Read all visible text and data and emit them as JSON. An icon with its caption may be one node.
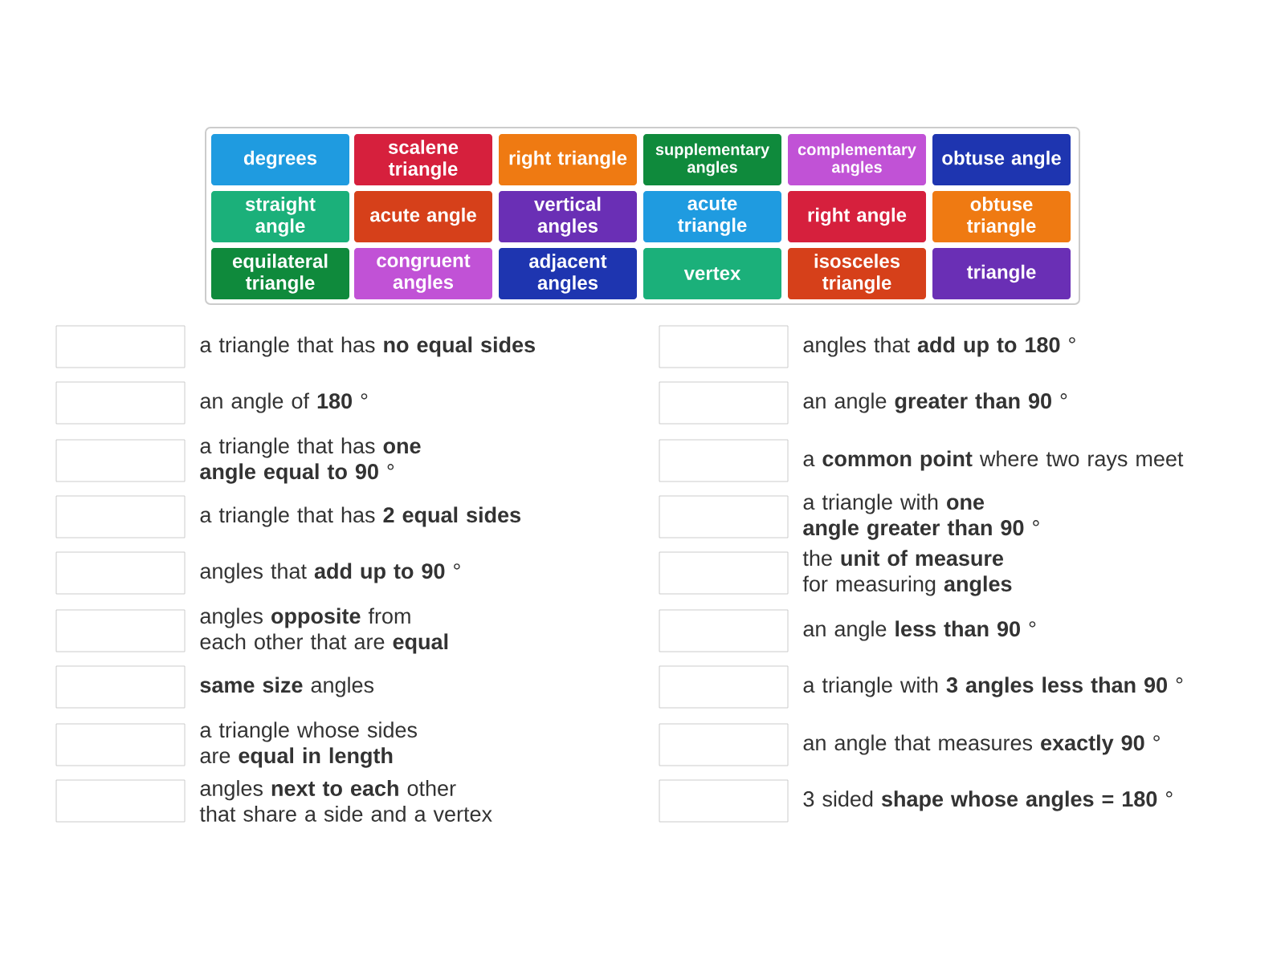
{
  "diagram": {
    "nodes": [
      {
        "text": [],
        "shape": "box"
      },
      {
        "text": [
          "degrees"
        ],
        "in": 0
      },
      {
        "text": [
          "scalene triangle"
        ],
        "in": 0
      },
      {
        "text": [
          "right triangle"
        ],
        "in": 0
      },
      {
        "text": [
          "supplementary angles"
        ],
        "in": 0
      },
      {
        "text": [
          "complementary angles"
        ],
        "in": 0
      },
      {
        "text": [
          "obtuse angle"
        ],
        "in": 0
      },
      {
        "text": [
          "straight angle"
        ],
        "in": 0
      },
      {
        "text": [
          "acute angle"
        ],
        "in": 0
      },
      {
        "text": [
          "vertical angles"
        ],
        "in": 0
      },
      {
        "text": [
          "acute triangle"
        ],
        "in": 0
      },
      {
        "text": [
          "right angle"
        ],
        "in": 0
      },
      {
        "text": [
          "obtuse triangle"
        ],
        "in": 0
      },
      {
        "text": [
          "equilateral triangle"
        ],
        "in": 0
      },
      {
        "text": [
          "congruent angles"
        ],
        "in": 0
      },
      {
        "text": [
          "adjacent angles"
        ],
        "in": 0
      },
      {
        "text": [
          "vertex"
        ],
        "in": 0
      },
      {
        "text": [
          "isosceles triangle"
        ],
        "in": 0
      },
      {
        "text": [
          "triangle"
        ],
        "in": 0
      },
      {
        "text": [],
        "shape": "box",
        "beside": [
          "a triangle that has **no equal sides**"
        ]
      },
      {
        "text": [],
        "shape": "box",
        "beside": [
          "an angle of **180** °"
        ]
      },
      {
        "text": [],
        "shape": "box",
        "beside": [
          "a triangle that has **one angle equal to 90** °"
        ]
      },
      {
        "text": [],
        "shape": "box",
        "beside": [
          "a triangle that has **2 equal sides**"
        ]
      },
      {
        "text": [],
        "shape": "box",
        "beside": [
          "angles that **add up to 90** °"
        ]
      },
      {
        "text": [],
        "shape": "box",
        "beside": [
          "angles **opposite** from each other that are **equal**"
        ]
      },
      {
        "text": [],
        "shape": "box",
        "beside": [
          "**same size** angles"
        ]
      },
      {
        "text": [],
        "shape": "box",
        "beside": [
          "a triangle whose sides are **equal in length**"
        ]
      },
      {
        "text": [],
        "shape": "box",
        "beside": [
          "angles **next to each** other that share a side and a vertex"
        ]
      },
      {
        "text": [],
        "shape": "box",
        "beside": [
          "angles that **add up to 180** °"
        ]
      },
      {
        "text": [],
        "shape": "box",
        "beside": [
          "an angle **greater than 90** °"
        ]
      },
      {
        "text": [],
        "shape": "box",
        "beside": [
          "a **common point** where two rays meet"
        ]
      },
      {
        "text": [],
        "shape": "box",
        "beside": [
          "a triangle with **one angle greater than 90** °"
        ]
      },
      {
        "text": [],
        "shape": "box",
        "beside": [
          "the **unit of measure** for measuring **angles**"
        ]
      },
      {
        "text": [],
        "shape": "box",
        "beside": [
          "an angle **less than 90** °"
        ]
      },
      {
        "text": [],
        "shape": "box",
        "beside": [
          "a triangle with **3 angles less than 90** °"
        ]
      },
      {
        "text": [],
        "shape": "box",
        "beside": [
          "an angle that measures **exactly 90** °"
        ]
      },
      {
        "text": [],
        "shape": "box",
        "beside": [
          "3 sided **shape whose angles = 180** °"
        ]
      }
    ]
  }
}
